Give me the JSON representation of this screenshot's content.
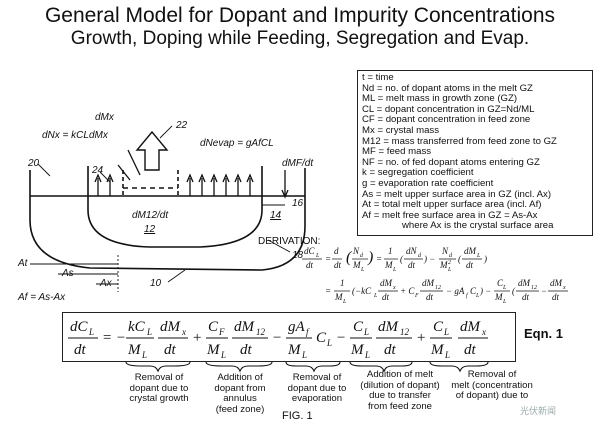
{
  "title": "General Model for Dopant and Impurity Concentrations",
  "subtitle": "Growth, Doping while Feeding, Segregation and Evap.",
  "legend": [
    "t = time",
    "Nd = no. of dopant atoms in the melt GZ",
    "ML = melt mass in growth zone (GZ)",
    "CL = dopant concentration in GZ=Nd/ML",
    "CF = dopant concentration in feed zone",
    "Mx = crystal mass",
    "M12 = mass transferred from feed zone to GZ",
    "MF = feed mass",
    "NF = no. of fed dopant atoms entering GZ",
    "k = segregation coefficient",
    "g = evaporation rate coefficient",
    "As = melt upper surface area in GZ (incl. Ax)",
    "At = total melt upper surface area (incl. Af)",
    "Af = melt free surface area in GZ = As-Ax",
    "where Ax is the crystal surface area"
  ],
  "diagram": {
    "labels": {
      "dNx": "dNx = kCLdMx",
      "dMx": "dMx",
      "ref22": "22",
      "dNevap": "dNevap = gAfCL",
      "dMF": "dMF/dt",
      "ref20": "20",
      "ref24": "24",
      "dM12": "dM12/dt",
      "ref12": "12",
      "ref14": "14",
      "ref16": "16",
      "ref18": "18",
      "ref10": "10",
      "At": "At",
      "As": "As",
      "Ax": "Ax",
      "Af": "Af = As-Ax"
    }
  },
  "derivation": {
    "heading": "DERIVATION:"
  },
  "equation": {
    "label": "Eqn. 1"
  },
  "notes": [
    "Removal of\ndopant due to\ncrystal growth",
    "Addition of\ndopant from\nannulus\n(feed zone)",
    "Removal of\ndopant due to\nevaporation",
    "Addition of melt\n(dilution of dopant)\ndue to transfer\nfrom feed zone",
    "Removal of\nmelt (concentration\nof dopant) due to"
  ],
  "figure_caption": "FIG. 1",
  "watermark": "光伏新闻"
}
